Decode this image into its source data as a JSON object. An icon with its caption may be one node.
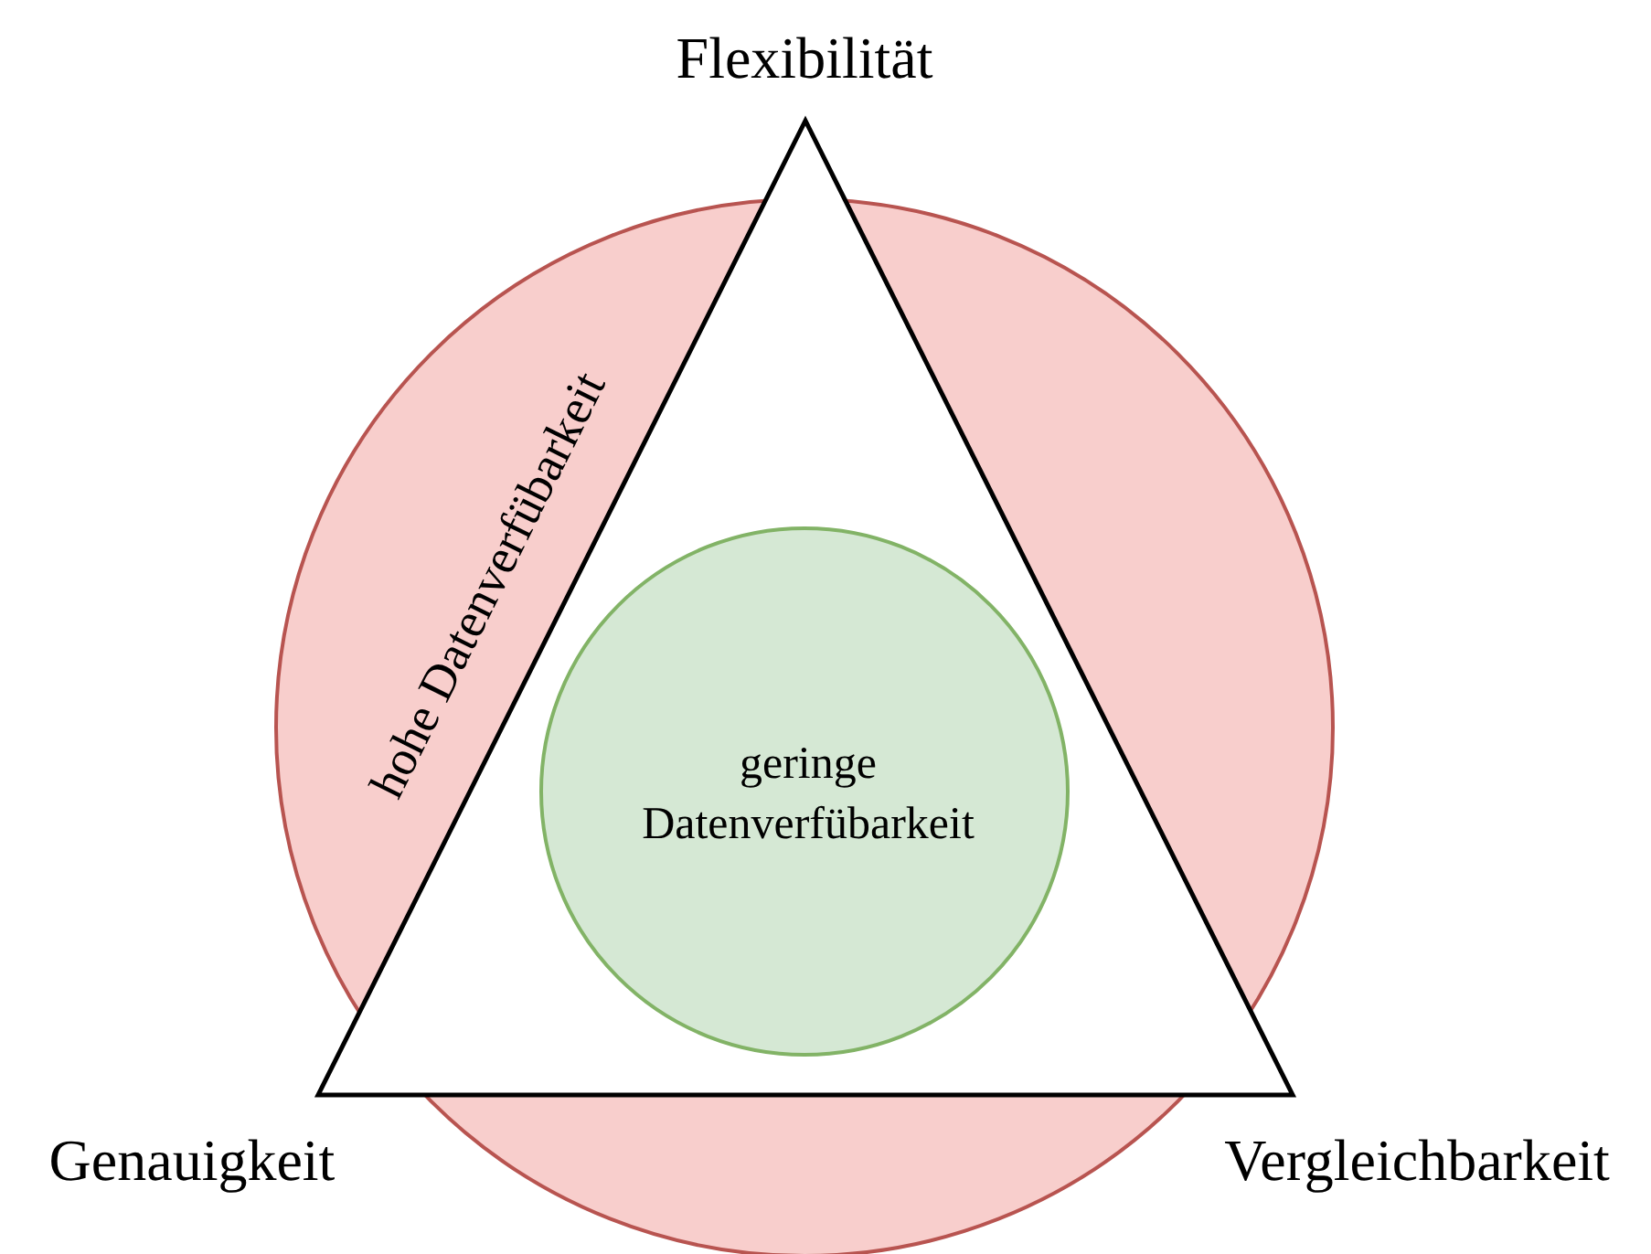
{
  "diagram": {
    "nodes": [
      {
        "text": [
          "hohe Datenverfübarkeit"
        ]
      },
      {
        "text": [],
        "shape": "triangle"
      },
      {
        "text": [
          "geringe Datenverfübarkeit"
        ],
        "in": 1
      }
    ],
    "edges": [],
    "labels": [
      "Flexibilität",
      "Genauigkeit",
      "Vergleichbarkeit"
    ]
  }
}
